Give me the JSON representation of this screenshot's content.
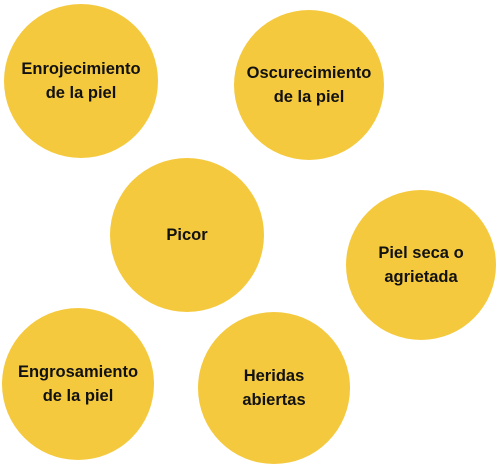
{
  "diagram": {
    "fill_color": "#F5C93E",
    "text_color": "#111111",
    "bubbles": [
      {
        "label": "Enrojecimiento\nde la piel"
      },
      {
        "label": "Oscurecimiento\nde la piel"
      },
      {
        "label": "Picor"
      },
      {
        "label": "Piel seca o\nagrietada"
      },
      {
        "label": "Engrosamiento\nde la piel"
      },
      {
        "label": "Heridas\nabiertas"
      }
    ]
  }
}
